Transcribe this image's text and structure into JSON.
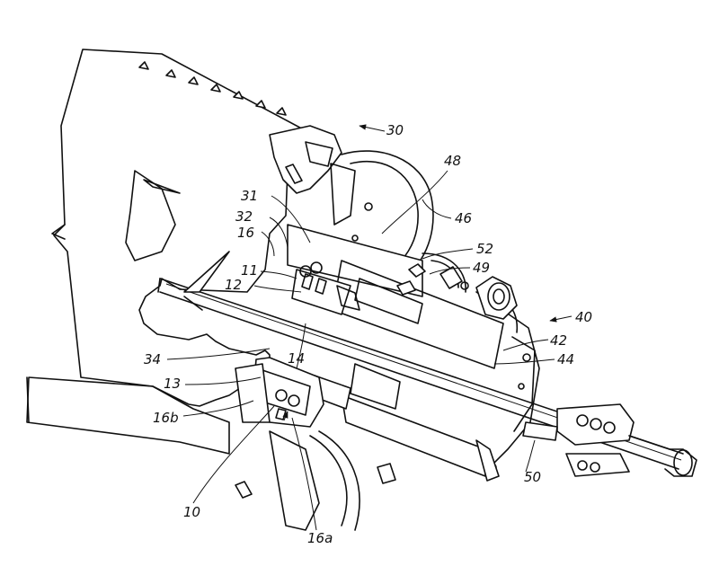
{
  "labels": [
    {
      "id": "30",
      "text": "30"
    },
    {
      "id": "48",
      "text": "48"
    },
    {
      "id": "46",
      "text": "46"
    },
    {
      "id": "31",
      "text": "31"
    },
    {
      "id": "32",
      "text": "32"
    },
    {
      "id": "16",
      "text": "16"
    },
    {
      "id": "52",
      "text": "52"
    },
    {
      "id": "49",
      "text": "49"
    },
    {
      "id": "11",
      "text": "11"
    },
    {
      "id": "12",
      "text": "12"
    },
    {
      "id": "40",
      "text": "40"
    },
    {
      "id": "42",
      "text": "42"
    },
    {
      "id": "44",
      "text": "44"
    },
    {
      "id": "34",
      "text": "34"
    },
    {
      "id": "14",
      "text": "14"
    },
    {
      "id": "13",
      "text": "13"
    },
    {
      "id": "16b",
      "text": "16b"
    },
    {
      "id": "50",
      "text": "50"
    },
    {
      "id": "10",
      "text": "10"
    },
    {
      "id": "16a",
      "text": "16a"
    }
  ]
}
